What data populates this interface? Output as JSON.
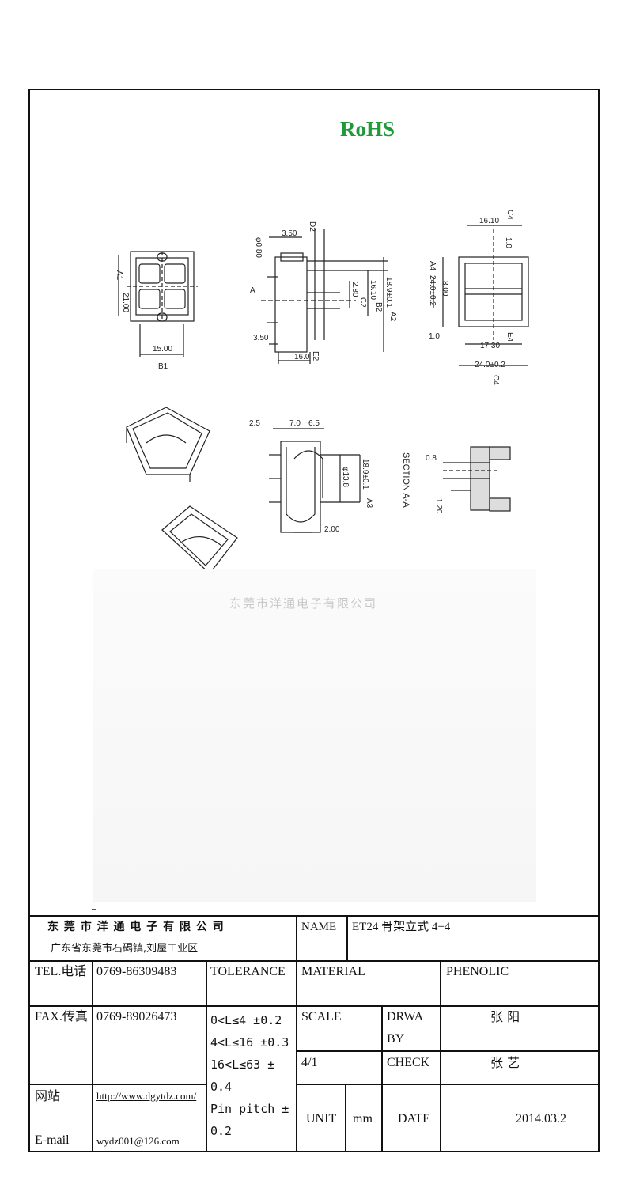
{
  "header": {
    "rohs": "RoHS"
  },
  "watermark": "东莞市洋通电子有限公司",
  "drawing": {
    "dims": {
      "d0_80": "φ0.80",
      "d3_50a": "3.50",
      "d3_50b": "3.50",
      "d16_0": "16.0",
      "d18_9": "18.9±0.1",
      "d16_10v": "16.10",
      "d2_80": "2.80",
      "d15_00": "15.00",
      "d21_00": "21.00",
      "d16_10h": "16.10",
      "d1_0": "1.0",
      "d8_00": "8.00",
      "d24_0v": "24.0±0.2",
      "d1_0b": "1.0",
      "d17_30": "17.30",
      "d24_0h": "24.0±0.2",
      "d2_5": "2.5",
      "d7_0": "7.0",
      "d6_5": "6.5",
      "d13_8": "φ13.8",
      "d18_9b": "18.9±0.1",
      "d2_00": "2.00",
      "d0_8": "0.8",
      "d1_20": "1.20",
      "section": "SECTION A-A",
      "A1": "A1",
      "B1": "B1",
      "D2": "D2",
      "B2": "B2",
      "C2": "C2",
      "A2": "A2",
      "E2": "E2",
      "C4": "C4",
      "A4": "A4",
      "E4": "E4",
      "C4b": "C4",
      "A3": "A3",
      "A": "A"
    }
  },
  "title_block": {
    "company": "东 莞 市 洋 通 电 子 有 限 公 司",
    "address": "广东省东莞市石碣镇,刘屋工业区",
    "name_label": "NAME",
    "name_value": "ET24 骨架立式 4+4",
    "tel_label": "TEL.电话",
    "tel_value": "0769-86309483",
    "tolerance_label": "TOLERANCE",
    "material_label": "MATERIAL",
    "material_value": "PHENOLIC",
    "fax_label": "FAX.传真",
    "fax_value": "0769-89026473",
    "tol_lines": [
      "0<L≤4  ±0.2",
      "4<L≤16 ±0.3",
      "16<L≤63 ±",
      "0.4",
      "Pin pitch ±",
      "0.2"
    ],
    "scale_label": "SCALE",
    "drawn_label_1": "DRWA",
    "drawn_label_2": "BY",
    "drawn_value": "张 阳",
    "scale_value": "4/1",
    "check_label": "CHECK",
    "check_value": "张 艺",
    "web_label": "网站",
    "web_value": "http://www.dgytdz.com/",
    "email_label": "E-mail",
    "email_value": "wydz001@126.com",
    "unit_label": "UNIT",
    "unit_value": "mm",
    "date_label": "DATE",
    "date_value": "2014.03.2"
  }
}
